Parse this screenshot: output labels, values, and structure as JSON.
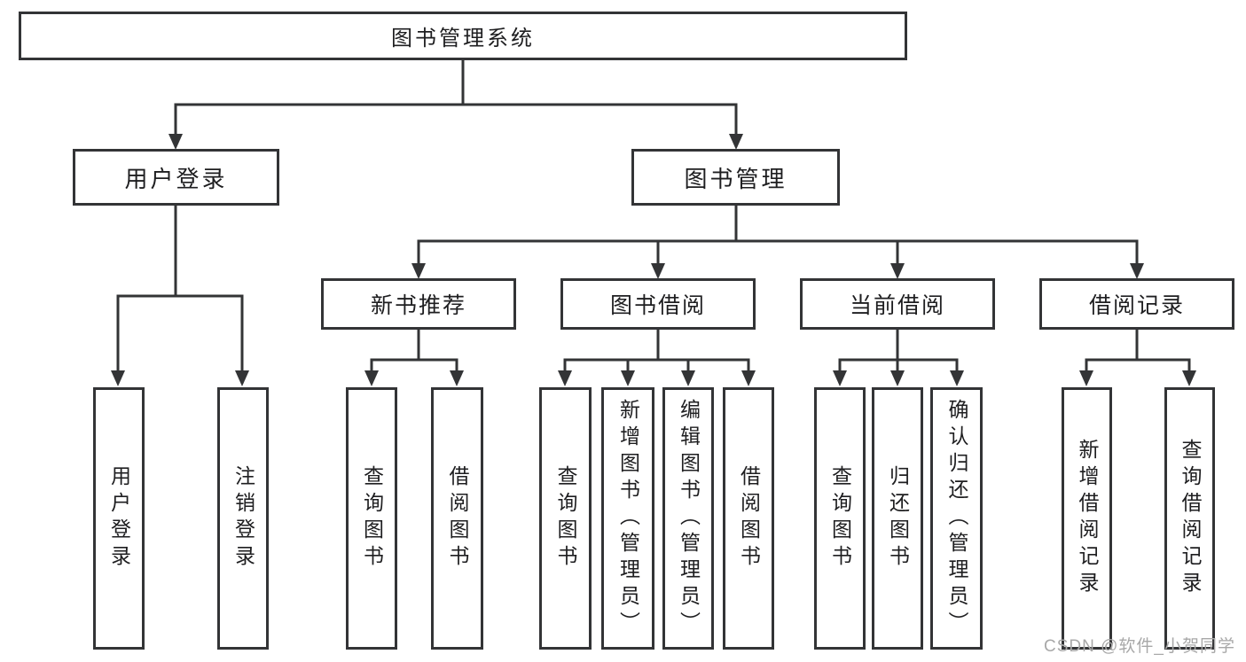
{
  "diagram": {
    "root": {
      "label": "图书管理系统",
      "children": [
        {
          "label": "用户登录",
          "children": [
            {
              "label": "用户登录"
            },
            {
              "label": "注销登录"
            }
          ]
        },
        {
          "label": "图书管理",
          "children": [
            {
              "label": "新书推荐",
              "children": [
                {
                  "label": "查询图书"
                },
                {
                  "label": "借阅图书"
                }
              ]
            },
            {
              "label": "图书借阅",
              "children": [
                {
                  "label": "查询图书"
                },
                {
                  "label": "新增图书（管理员）"
                },
                {
                  "label": "编辑图书（管理员）"
                },
                {
                  "label": "借阅图书"
                }
              ]
            },
            {
              "label": "当前借阅",
              "children": [
                {
                  "label": "查询图书"
                },
                {
                  "label": "归还图书"
                },
                {
                  "label": "确认归还（管理员）"
                }
              ]
            },
            {
              "label": "借阅记录",
              "children": [
                {
                  "label": "新增借阅记录"
                },
                {
                  "label": "查询借阅记录"
                }
              ]
            }
          ]
        }
      ]
    },
    "watermark": "CSDN @软件_小贺同学",
    "colors": {
      "line": "#333436",
      "text": "#1e1e20",
      "background": "#ffffff",
      "watermark": "#a8a8a8"
    }
  }
}
